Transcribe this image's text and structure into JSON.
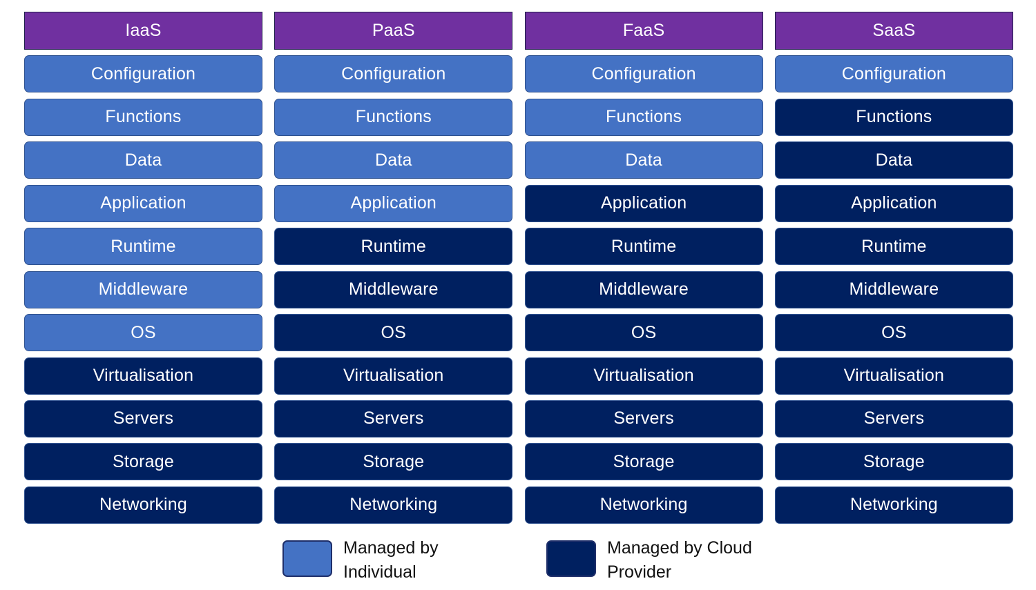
{
  "colors": {
    "header": "#7030a0",
    "individual": "#4472c4",
    "provider": "#002060",
    "text": "#ffffff"
  },
  "columns": [
    {
      "name": "IaaS",
      "cells": [
        {
          "label": "Configuration",
          "managed_by": "individual"
        },
        {
          "label": "Functions",
          "managed_by": "individual"
        },
        {
          "label": "Data",
          "managed_by": "individual"
        },
        {
          "label": "Application",
          "managed_by": "individual"
        },
        {
          "label": "Runtime",
          "managed_by": "individual"
        },
        {
          "label": "Middleware",
          "managed_by": "individual"
        },
        {
          "label": "OS",
          "managed_by": "individual"
        },
        {
          "label": "Virtualisation",
          "managed_by": "provider"
        },
        {
          "label": "Servers",
          "managed_by": "provider"
        },
        {
          "label": "Storage",
          "managed_by": "provider"
        },
        {
          "label": "Networking",
          "managed_by": "provider"
        }
      ]
    },
    {
      "name": "PaaS",
      "cells": [
        {
          "label": "Configuration",
          "managed_by": "individual"
        },
        {
          "label": "Functions",
          "managed_by": "individual"
        },
        {
          "label": "Data",
          "managed_by": "individual"
        },
        {
          "label": "Application",
          "managed_by": "individual"
        },
        {
          "label": "Runtime",
          "managed_by": "provider"
        },
        {
          "label": "Middleware",
          "managed_by": "provider"
        },
        {
          "label": "OS",
          "managed_by": "provider"
        },
        {
          "label": "Virtualisation",
          "managed_by": "provider"
        },
        {
          "label": "Servers",
          "managed_by": "provider"
        },
        {
          "label": "Storage",
          "managed_by": "provider"
        },
        {
          "label": "Networking",
          "managed_by": "provider"
        }
      ]
    },
    {
      "name": "FaaS",
      "cells": [
        {
          "label": "Configuration",
          "managed_by": "individual"
        },
        {
          "label": "Functions",
          "managed_by": "individual"
        },
        {
          "label": "Data",
          "managed_by": "individual"
        },
        {
          "label": "Application",
          "managed_by": "provider"
        },
        {
          "label": "Runtime",
          "managed_by": "provider"
        },
        {
          "label": "Middleware",
          "managed_by": "provider"
        },
        {
          "label": "OS",
          "managed_by": "provider"
        },
        {
          "label": "Virtualisation",
          "managed_by": "provider"
        },
        {
          "label": "Servers",
          "managed_by": "provider"
        },
        {
          "label": "Storage",
          "managed_by": "provider"
        },
        {
          "label": "Networking",
          "managed_by": "provider"
        }
      ]
    },
    {
      "name": "SaaS",
      "cells": [
        {
          "label": "Configuration",
          "managed_by": "individual"
        },
        {
          "label": "Functions",
          "managed_by": "provider"
        },
        {
          "label": "Data",
          "managed_by": "provider"
        },
        {
          "label": "Application",
          "managed_by": "provider"
        },
        {
          "label": "Runtime",
          "managed_by": "provider"
        },
        {
          "label": "Middleware",
          "managed_by": "provider"
        },
        {
          "label": "OS",
          "managed_by": "provider"
        },
        {
          "label": "Virtualisation",
          "managed_by": "provider"
        },
        {
          "label": "Servers",
          "managed_by": "provider"
        },
        {
          "label": "Storage",
          "managed_by": "provider"
        },
        {
          "label": "Networking",
          "managed_by": "provider"
        }
      ]
    }
  ],
  "legend": {
    "individual": "Managed by\nIndividual",
    "provider": "Managed by Cloud\nProvider"
  }
}
